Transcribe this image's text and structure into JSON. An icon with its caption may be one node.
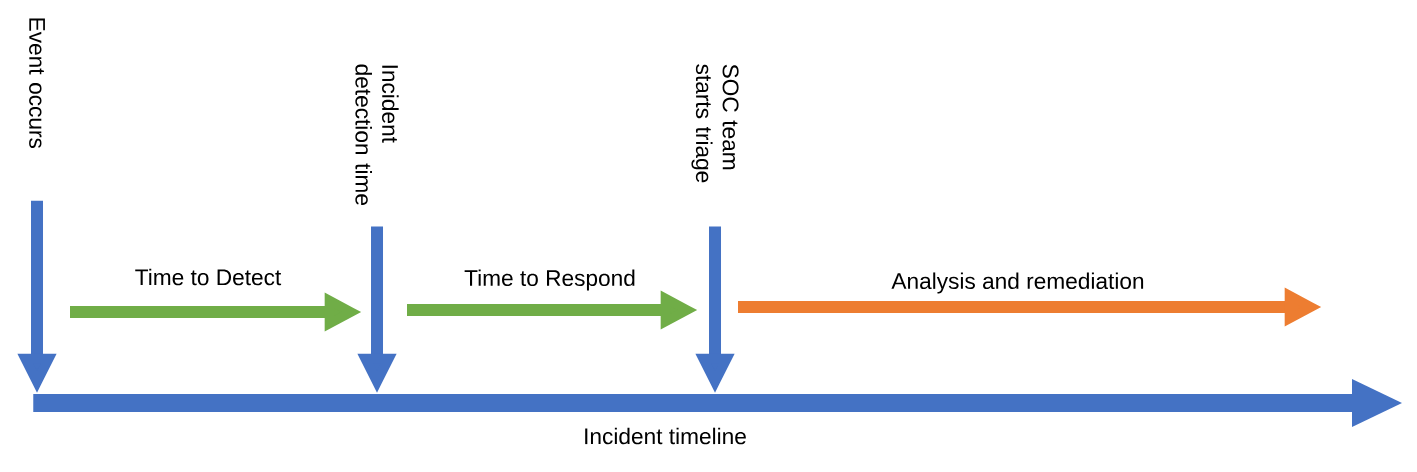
{
  "diagram": {
    "nodes": [
      {
        "text": [
          "Event occurs"
        ]
      },
      {
        "text": [
          "Incident detection time"
        ]
      },
      {
        "text": [
          "SOC team starts triage"
        ]
      },
      {
        "text": [
          "Incident timeline"
        ]
      }
    ],
    "edges": [
      {
        "from": 0,
        "to": 3,
        "arrow": "to"
      },
      {
        "from": 1,
        "to": 3,
        "arrow": "to"
      },
      {
        "from": 2,
        "to": 3,
        "arrow": "to"
      }
    ],
    "labels": [
      "Time to Detect",
      "Time to Respond",
      "Analysis and remediation"
    ]
  }
}
